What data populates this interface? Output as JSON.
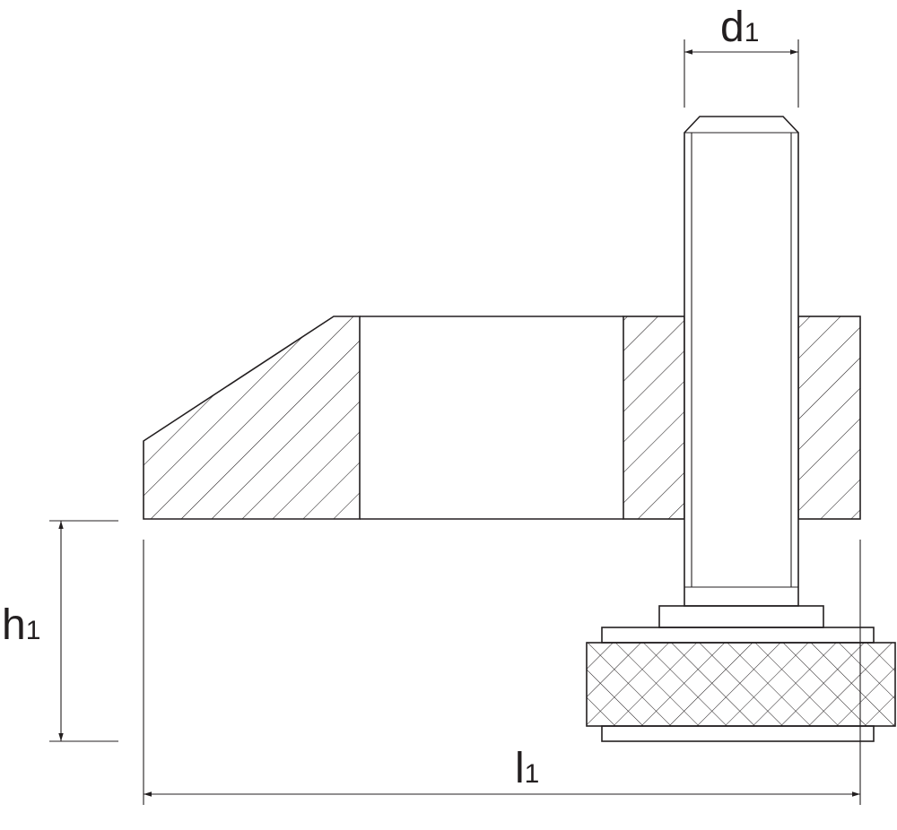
{
  "dimensions": {
    "d1": {
      "symbol": "d",
      "subscript": "1"
    },
    "h1": {
      "symbol": "h",
      "subscript": "1"
    },
    "l1": {
      "symbol": "l",
      "subscript": "1"
    }
  },
  "colors": {
    "line": "#231f20",
    "background": "#ffffff"
  }
}
